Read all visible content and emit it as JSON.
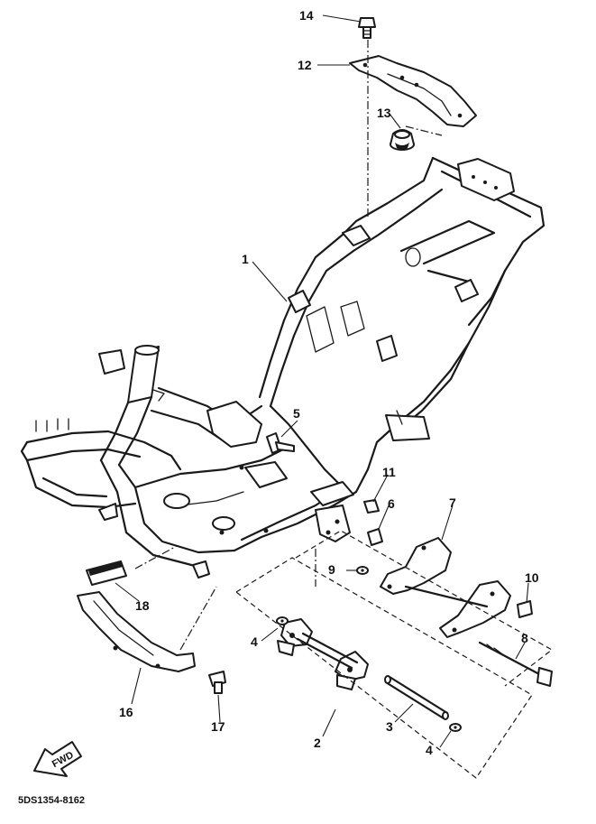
{
  "callouts": {
    "p1": "1",
    "p2": "2",
    "p3": "3",
    "p4a": "4",
    "p4b": "4",
    "p5": "5",
    "p6": "6",
    "p7": "7",
    "p8": "8",
    "p9": "9",
    "p10": "10",
    "p11": "11",
    "p12": "12",
    "p13": "13",
    "p14": "14",
    "p16": "16",
    "p17": "17",
    "p18": "18"
  },
  "front_arrow_label": "FWD",
  "drawing_code": "5DS1354-8162",
  "colors": {
    "ink": "#1a1a1a",
    "paper": "#ffffff"
  }
}
